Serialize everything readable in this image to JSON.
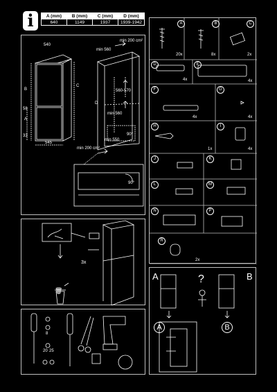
{
  "header": {
    "info_icon": "i",
    "table": {
      "headers": [
        "A (mm)",
        "B (mm)",
        "C (mm)",
        "D (mm)"
      ],
      "values": [
        "640",
        "1149",
        "1937",
        "1939-1942"
      ]
    }
  },
  "installation": {
    "dims": {
      "width": "540",
      "a": "A",
      "b": "B",
      "c": "C",
      "d": "D",
      "v58": "58",
      "v33": "33",
      "v545": "545",
      "min560_top": "min 560",
      "min200_top": "min 200 cm²",
      "v560_570": "560-570",
      "min560_mid": "min 560",
      "min550": "min 550",
      "v90_top": "90°",
      "min200_bottom": "min 200 cm²",
      "v90_detail": "90°"
    }
  },
  "parts": {
    "A": {
      "letter": "A",
      "count": "20x"
    },
    "B": {
      "letter": "B",
      "count": "8x"
    },
    "C": {
      "letter": "C",
      "count": "2x"
    },
    "D": {
      "letter": "D",
      "count": "4x"
    },
    "E": {
      "letter": "E",
      "count": "4x"
    },
    "F": {
      "letter": "F",
      "count": "4x"
    },
    "G": {
      "letter": "G",
      "count": "4x"
    },
    "H": {
      "letter": "H",
      "count": "1x"
    },
    "I": {
      "letter": "I",
      "count": "4x"
    },
    "J": {
      "letter": "J"
    },
    "K": {
      "letter": "K"
    },
    "L": {
      "letter": "L"
    },
    "M": {
      "letter": "M"
    },
    "N": {
      "letter": "N"
    },
    "P": {
      "letter": "P"
    },
    "R": {
      "letter": "R",
      "count": "2x"
    }
  },
  "removal": {
    "count": "3x"
  },
  "tools": {
    "bits": [
      "8",
      "20",
      "25"
    ]
  },
  "door": {
    "a": "A",
    "b": "B",
    "q": "?",
    "a2": "A",
    "b2": "B"
  }
}
